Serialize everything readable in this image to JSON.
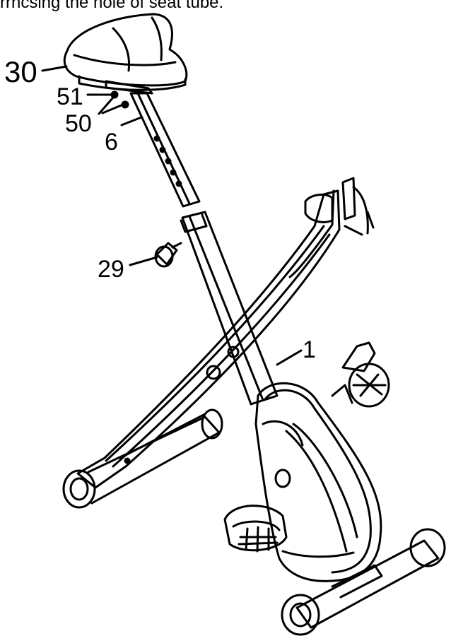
{
  "caption": "rrncsing the hole of seat tube.",
  "labels": {
    "seat": "30",
    "bolt": "51",
    "washer": "50",
    "seat_post": "6",
    "knob": "29",
    "frame": "1"
  }
}
